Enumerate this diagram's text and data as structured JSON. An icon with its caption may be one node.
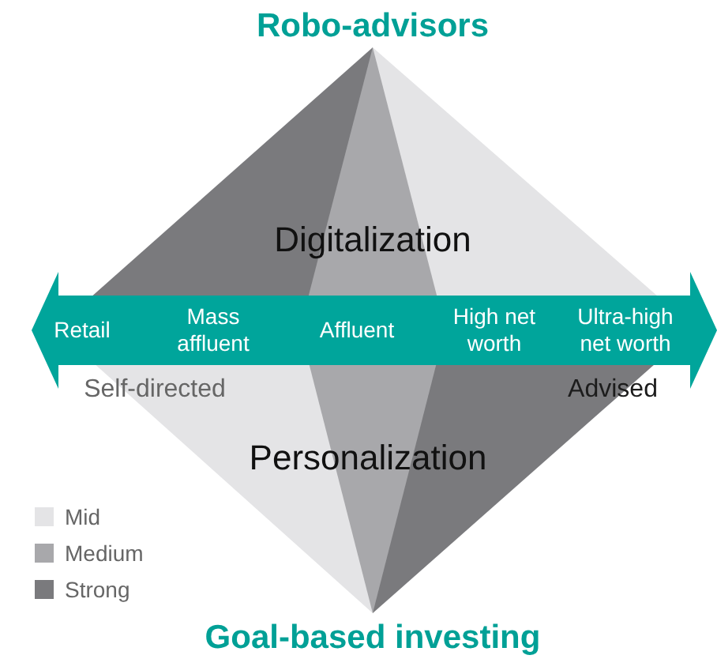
{
  "diagram": {
    "labels": [
      "Robo-advisors",
      "Digitalization",
      "Retail",
      "Mass affluent",
      "Affluent",
      "High net worth",
      "Ultra-high net worth",
      "Self-directed",
      "Advised",
      "Personalization",
      "Goal-based investing"
    ],
    "legend": [
      {
        "text": "Mid",
        "color": "#e4e4e6"
      },
      {
        "text": "Medium",
        "color": "#a8a8ab"
      },
      {
        "text": "Strong",
        "color": "#7a7a7d"
      }
    ]
  }
}
